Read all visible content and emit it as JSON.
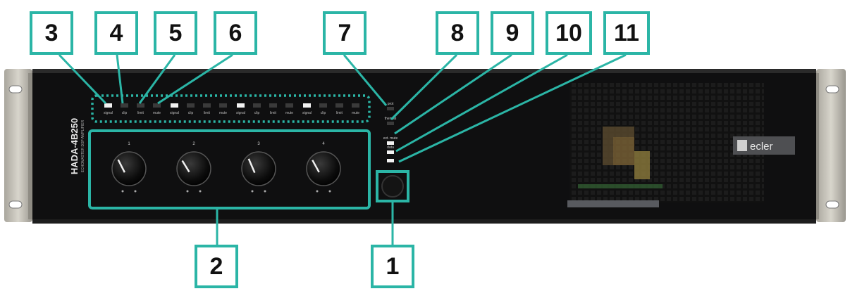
{
  "callouts": [
    "1",
    "2",
    "3",
    "4",
    "5",
    "6",
    "7",
    "8",
    "9",
    "10",
    "11"
  ],
  "device": {
    "model": "HADA-4B250",
    "subtitle": "ECHOMASTER DSP AMPLIFIER",
    "brand": "ecler",
    "channel_numbers": [
      "1",
      "2",
      "3",
      "4"
    ],
    "led_labels": [
      "signal",
      "clip",
      "limit",
      "mute"
    ],
    "status_labels": [
      "prot",
      "thermal",
      "ext. mute",
      "data"
    ]
  },
  "colors": {
    "accent": "#2bb5a6",
    "panel": "#0f0f10",
    "ear": "#c7c4bb",
    "led_on": "#f2f2f2",
    "led_off": "#3a3a3a"
  }
}
